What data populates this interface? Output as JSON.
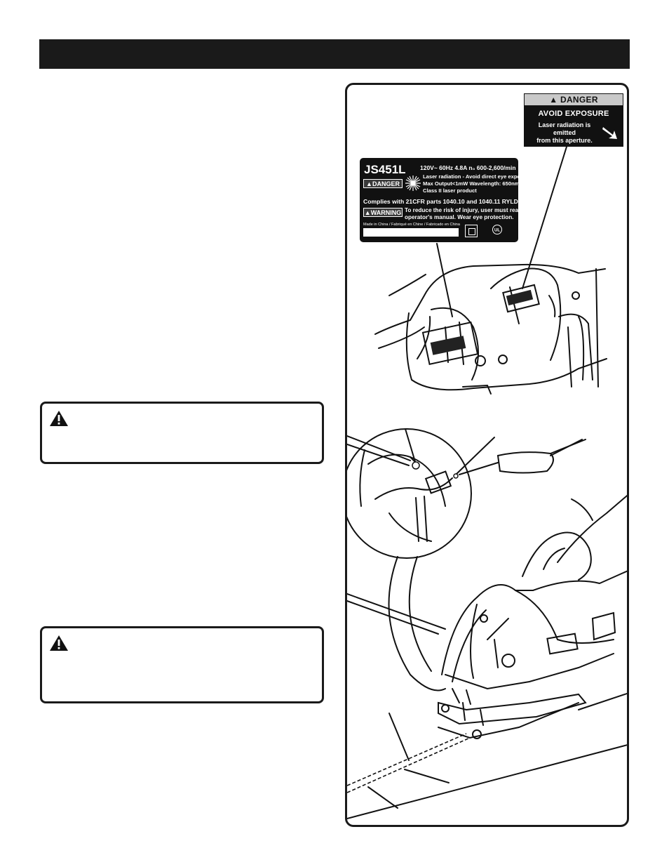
{
  "danger_label": {
    "header": "DANGER",
    "title": "AVOID EXPOSURE",
    "line1": "Laser radiation is emitted",
    "line2": "from this aperture."
  },
  "rating_label": {
    "model": "JS451L",
    "spec": "120V~ 60Hz  4.8A  n₀ 600-2,600/min",
    "danger_badge": "DANGER",
    "laser_line1": "Laser radiation - Avoid direct eye exposure",
    "laser_line2": "Max Output<1mW Wavelength: 650nm",
    "laser_line3": "Class II laser product",
    "comply": "Complies with 21CFR parts 1040.10 and 1040.11   RYLD",
    "warning_badge": "WARNING",
    "warn_line1": "To reduce the risk of injury, user must read",
    "warn_line2": "operator's manual. Wear eye protection.",
    "made_in": "Made in China / Fabriqué en Chine / Fabricado en China"
  }
}
